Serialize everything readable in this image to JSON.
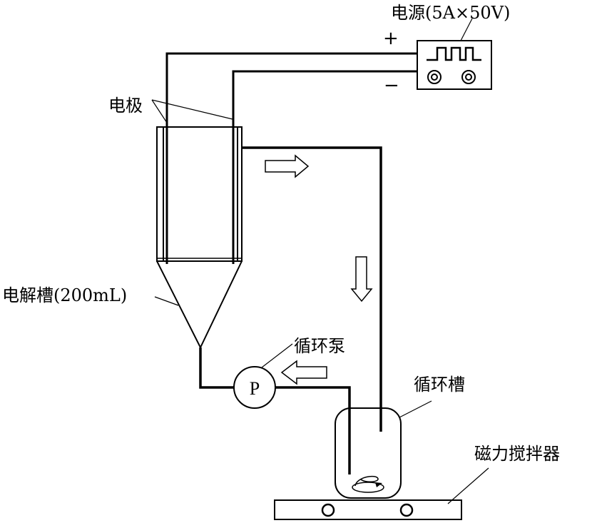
{
  "labels": {
    "power_supply": "电源(5A×50V)",
    "positive": "+",
    "negative": "−",
    "electrode": "电极",
    "electrolytic_cell": "电解槽(200mL)",
    "pump_label": "循环泵",
    "pump_symbol": "P",
    "circulation_tank": "循环槽",
    "magnetic_stirrer": "磁力搅拌器"
  },
  "icons": {
    "square_wave": "square-wave-icon",
    "terminal": "terminal-knob-icon",
    "flow_arrow": "flow-arrow-icon",
    "stir_bar": "stir-bar-icon"
  },
  "colors": {
    "line": "#000000",
    "background": "#ffffff"
  }
}
